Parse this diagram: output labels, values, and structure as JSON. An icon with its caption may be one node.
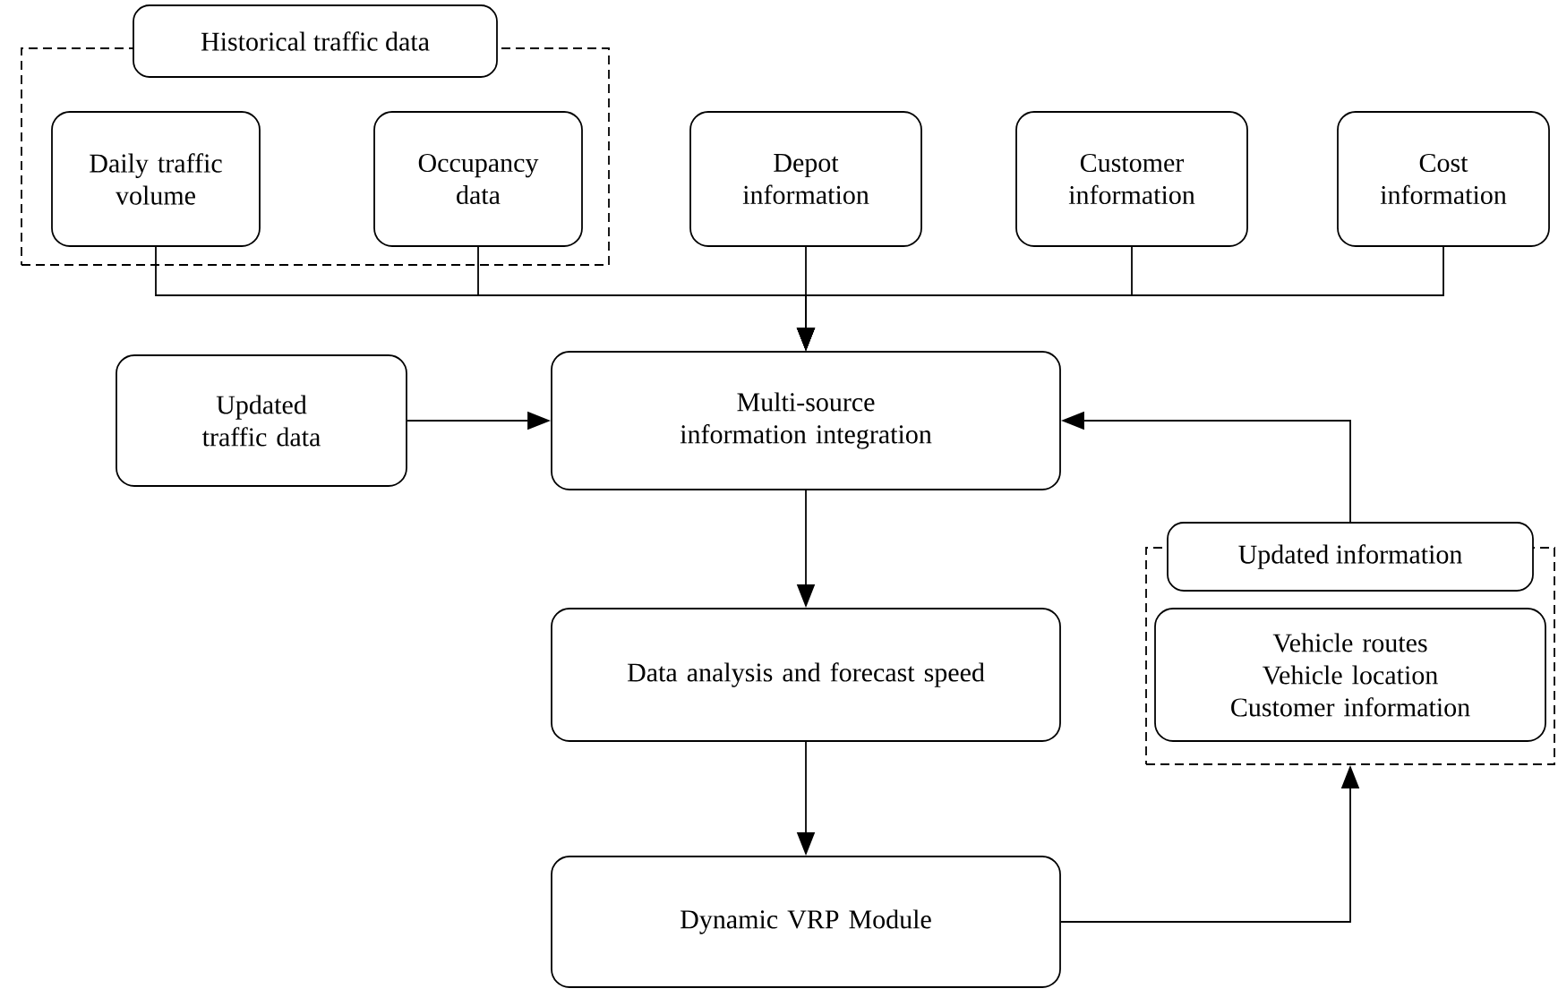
{
  "diagram": {
    "nodes": [
      {
        "text": [
          "Historical traffic data"
        ]
      },
      {
        "text": [
          "Daily traffic volume"
        ],
        "in": 0
      },
      {
        "text": [
          "Occupancy data"
        ],
        "in": 0
      },
      {
        "text": [
          "Depot information"
        ]
      },
      {
        "text": [
          "Customer information"
        ]
      },
      {
        "text": [
          "Cost information"
        ]
      },
      {
        "text": [
          "Updated traffic data"
        ]
      },
      {
        "text": [
          "Multi-source information integration"
        ]
      },
      {
        "text": [
          "Data analysis and forecast speed"
        ]
      },
      {
        "text": [
          "Dynamic VRP Module"
        ]
      },
      {
        "text": [
          "Updated information"
        ]
      },
      {
        "text": [
          "Vehicle routes",
          "Vehicle location",
          "Customer information"
        ],
        "in": 10
      }
    ],
    "edges": [
      {
        "from": 1,
        "to": 7,
        "arrow": "to"
      },
      {
        "from": 2,
        "to": 7,
        "arrow": "to"
      },
      {
        "from": 3,
        "to": 7,
        "arrow": "to"
      },
      {
        "from": 4,
        "to": 7,
        "arrow": "to"
      },
      {
        "from": 5,
        "to": 7,
        "arrow": "to"
      },
      {
        "from": 6,
        "to": 7,
        "arrow": "to"
      },
      {
        "from": 7,
        "to": 8,
        "arrow": "to"
      },
      {
        "from": 8,
        "to": 9,
        "arrow": "to"
      },
      {
        "from": 9,
        "to": 10,
        "arrow": "to"
      },
      {
        "from": 10,
        "to": 7,
        "arrow": "to"
      }
    ]
  }
}
